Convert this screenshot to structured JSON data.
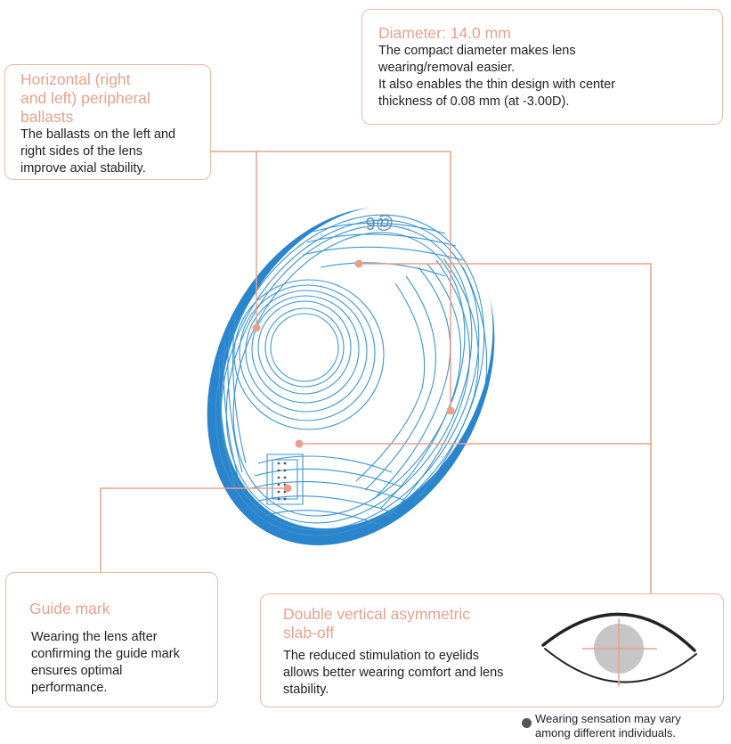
{
  "colors": {
    "accent": "#e6a28f",
    "border": "#ebb8a8",
    "lens_blue": "#3a94d6",
    "lens_rim": "#2b85cc",
    "text": "#222222"
  },
  "lens": {
    "engraving": "@6"
  },
  "callouts": {
    "diameter": {
      "title": "Diameter: 14.0 mm",
      "lines": [
        "The compact diameter makes lens",
        "wearing/removal easier.",
        "It also enables the thin design with center",
        "thickness of 0.08 mm (at -3.00D)."
      ]
    },
    "ballasts": {
      "title_lines": [
        "Horizontal (right",
        "and left) peripheral",
        "ballasts"
      ],
      "lines": [
        "The ballasts on the left and",
        "right sides of the lens",
        "improve axial stability."
      ]
    },
    "guide": {
      "title": "Guide mark",
      "lines": [
        "Wearing the lens after",
        "confirming the guide mark",
        "ensures optimal",
        "performance."
      ]
    },
    "slaboff": {
      "title_lines": [
        "Double vertical asymmetric",
        "slab-off"
      ],
      "lines": [
        "The reduced stimulation to eyelids",
        "allows better wearing comfort and lens",
        "stability."
      ]
    }
  },
  "note": {
    "lines": [
      "Wearing sensation may vary",
      "among different individuals."
    ]
  },
  "icons": [
    "eye-icon",
    "bullet-icon"
  ]
}
